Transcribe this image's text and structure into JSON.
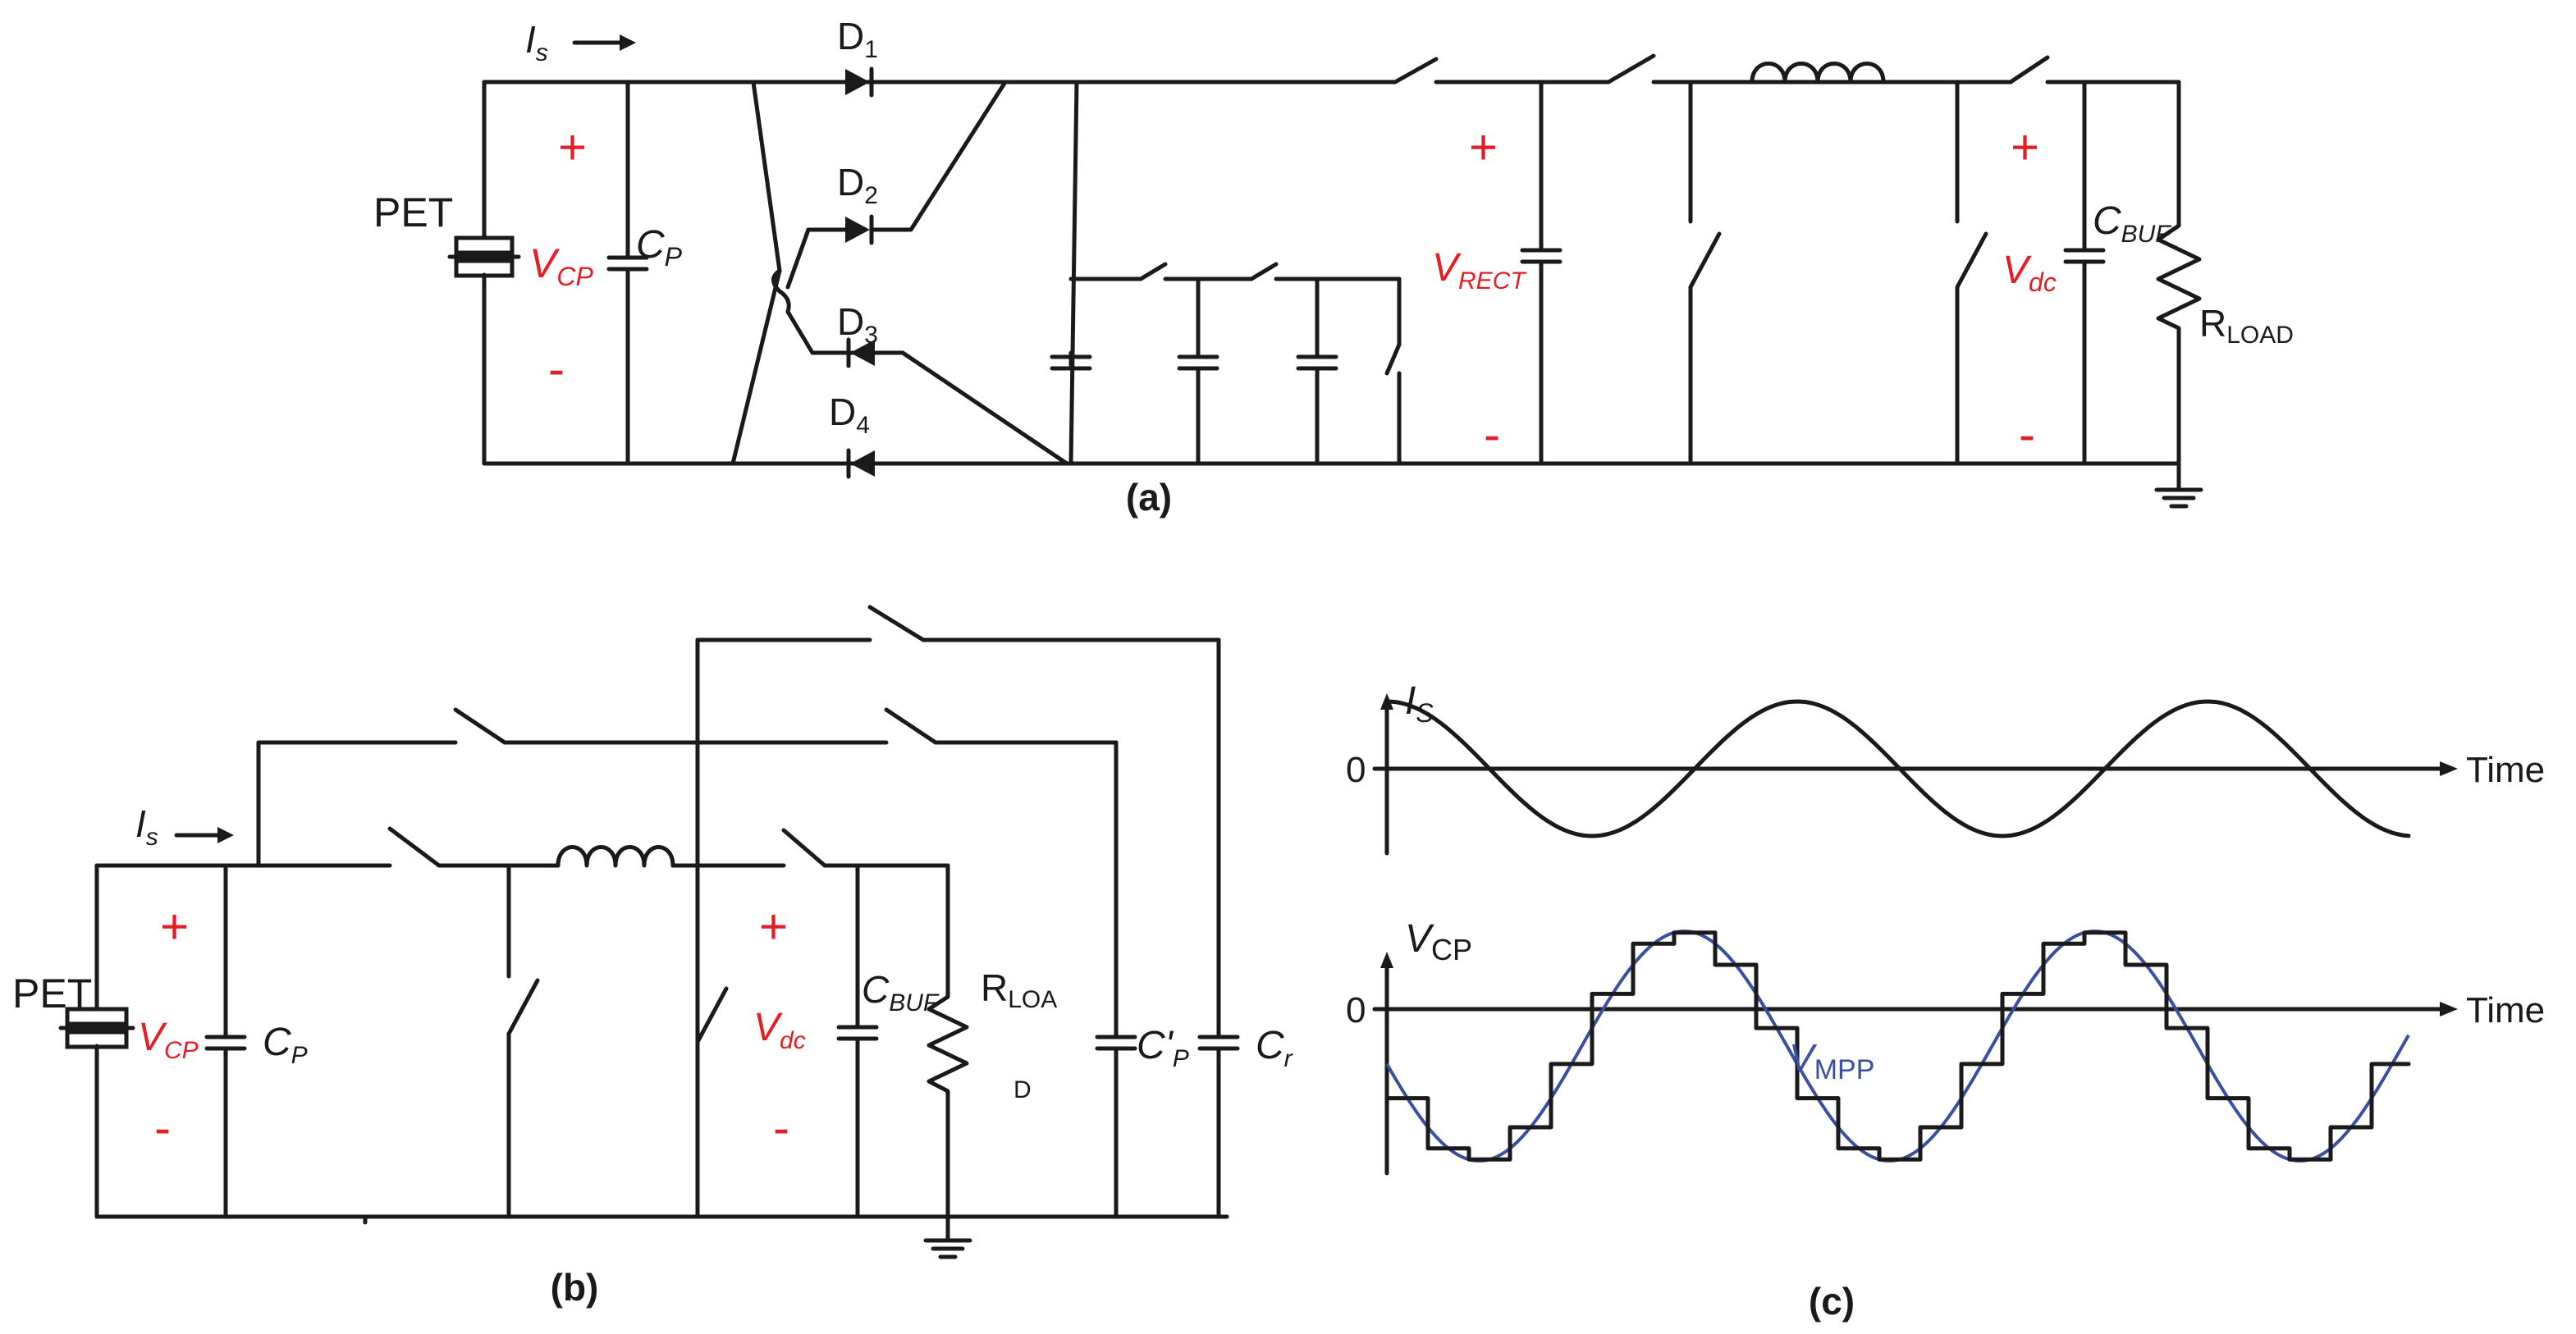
{
  "panel_a": {
    "caption": "(a)",
    "is": "I",
    "is_sub": "s",
    "pet": "PET",
    "vcp": "V",
    "vcp_sub": "CP",
    "cp": "C",
    "cp_sub": "P",
    "plus": "+",
    "minus": "-",
    "d1": "D",
    "d1_sub": "1",
    "d2": "D",
    "d2_sub": "2",
    "d3": "D",
    "d3_sub": "3",
    "d4": "D",
    "d4_sub": "4",
    "vrect": "V",
    "vrect_sub": "RECT",
    "vdc": "V",
    "vdc_sub": "dc",
    "cbuf": "C",
    "cbuf_sub": "BUF",
    "rload": "R",
    "rload_sub": "LOAD"
  },
  "panel_b": {
    "caption": "(b)",
    "is": "I",
    "is_sub": "s",
    "pet": "PET",
    "vcp": "V",
    "vcp_sub": "CP",
    "cp": "C",
    "cp_sub": "P",
    "plus": "+",
    "minus": "-",
    "vdc": "V",
    "vdc_sub": "dc",
    "cbuf": "C",
    "cbuf_sub": "BUF",
    "rload_1": "R",
    "rload_1_sub": "LOA",
    "rload_2": "D",
    "cpp": "C'",
    "cpp_sub": "P",
    "cr": "C",
    "cr_sub": "r"
  },
  "panel_c": {
    "caption": "(c)",
    "top_ylabel": "I",
    "top_ylabel_sub": "S",
    "top_zero": "0",
    "top_xlabel": "Time",
    "bot_ylabel": "V",
    "bot_ylabel_sub": "CP",
    "bot_zero": "0",
    "bot_xlabel": "Time",
    "vmpp": "V",
    "vmpp_sub": "MPP"
  },
  "colors": {
    "wire": "#1a1a1a",
    "polarity": "#e31e24",
    "mpp_curve": "#3a4fa0"
  }
}
